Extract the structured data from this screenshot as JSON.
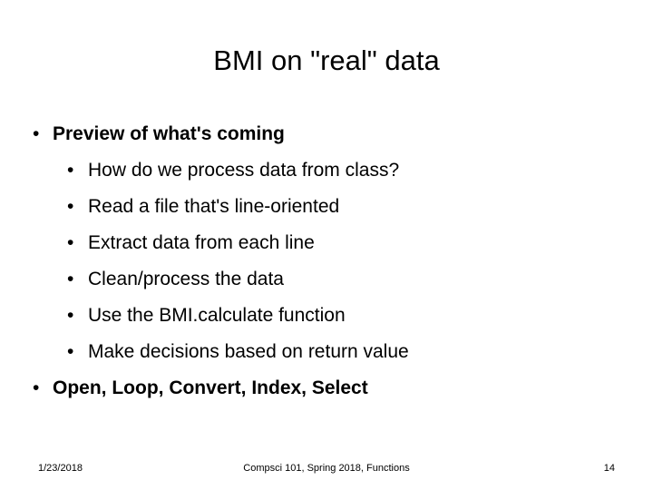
{
  "slide": {
    "title": "BMI on \"real\" data",
    "bullets": [
      {
        "level": 1,
        "mark": "•",
        "text": "Preview of what's coming"
      },
      {
        "level": 2,
        "mark": "•",
        "text": "How do we process data from class?"
      },
      {
        "level": 2,
        "mark": "•",
        "text": "Read a file that's line-oriented"
      },
      {
        "level": 2,
        "mark": "•",
        "text": "Extract data from each line"
      },
      {
        "level": 2,
        "mark": "•",
        "text": "Clean/process the data"
      },
      {
        "level": 2,
        "mark": "•",
        "text": "Use the BMI.calculate function"
      },
      {
        "level": 2,
        "mark": "•",
        "text": "Make decisions based on return value"
      },
      {
        "level": 1,
        "mark": "•",
        "text": "Open, Loop, Convert, Index, Select"
      }
    ],
    "footer": {
      "date": "1/23/2018",
      "center": "Compsci 101, Spring 2018, Functions",
      "page": "14"
    }
  }
}
